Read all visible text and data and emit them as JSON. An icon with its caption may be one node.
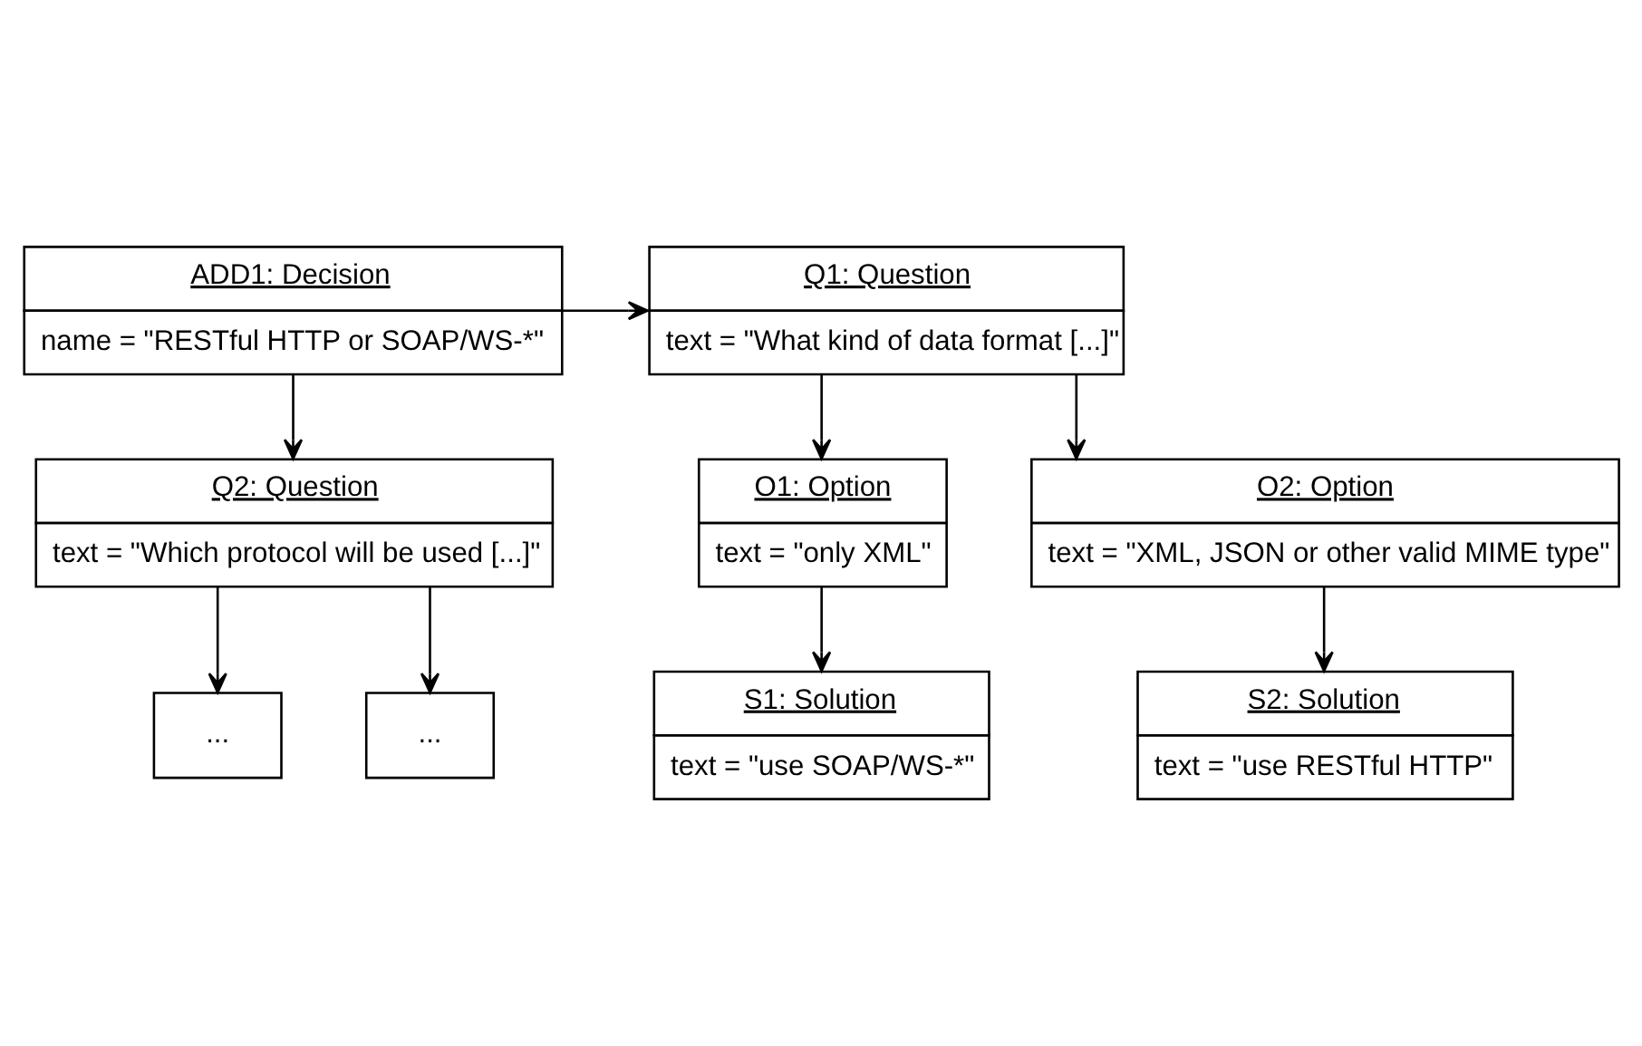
{
  "diagram": {
    "nodes": [
      {
        "text": [
          "ADD1: Decision",
          "name = \"RESTful HTTP or SOAP/WS-*\""
        ]
      },
      {
        "text": [
          "Q1: Question",
          "text = \"What kind of data format [...]\""
        ]
      },
      {
        "text": [
          "O1: Option",
          "text = \"only XML\""
        ]
      },
      {
        "text": [
          "O2: Option",
          "text = \"XML, JSON or other valid MIME type\""
        ]
      },
      {
        "text": [
          "S1: Solution",
          "text = \"use SOAP/WS-*\""
        ]
      },
      {
        "text": [
          "S2: Solution",
          "text = \"use RESTful HTTP\""
        ]
      },
      {
        "text": [
          "Q2: Question",
          "text = \"Which protocol will be used [...]\""
        ]
      },
      {
        "text": [
          "..."
        ]
      },
      {
        "text": [
          "..."
        ]
      }
    ],
    "edges": [
      {
        "from": 0,
        "to": 1,
        "arrow": "to"
      },
      {
        "from": 0,
        "to": 6,
        "arrow": "to"
      },
      {
        "from": 1,
        "to": 2,
        "arrow": "to"
      },
      {
        "from": 1,
        "to": 3,
        "arrow": "to"
      },
      {
        "from": 2,
        "to": 4,
        "arrow": "to"
      },
      {
        "from": 3,
        "to": 5,
        "arrow": "to"
      },
      {
        "from": 6,
        "to": 7,
        "arrow": "to"
      },
      {
        "from": 6,
        "to": 8,
        "arrow": "to"
      }
    ]
  }
}
